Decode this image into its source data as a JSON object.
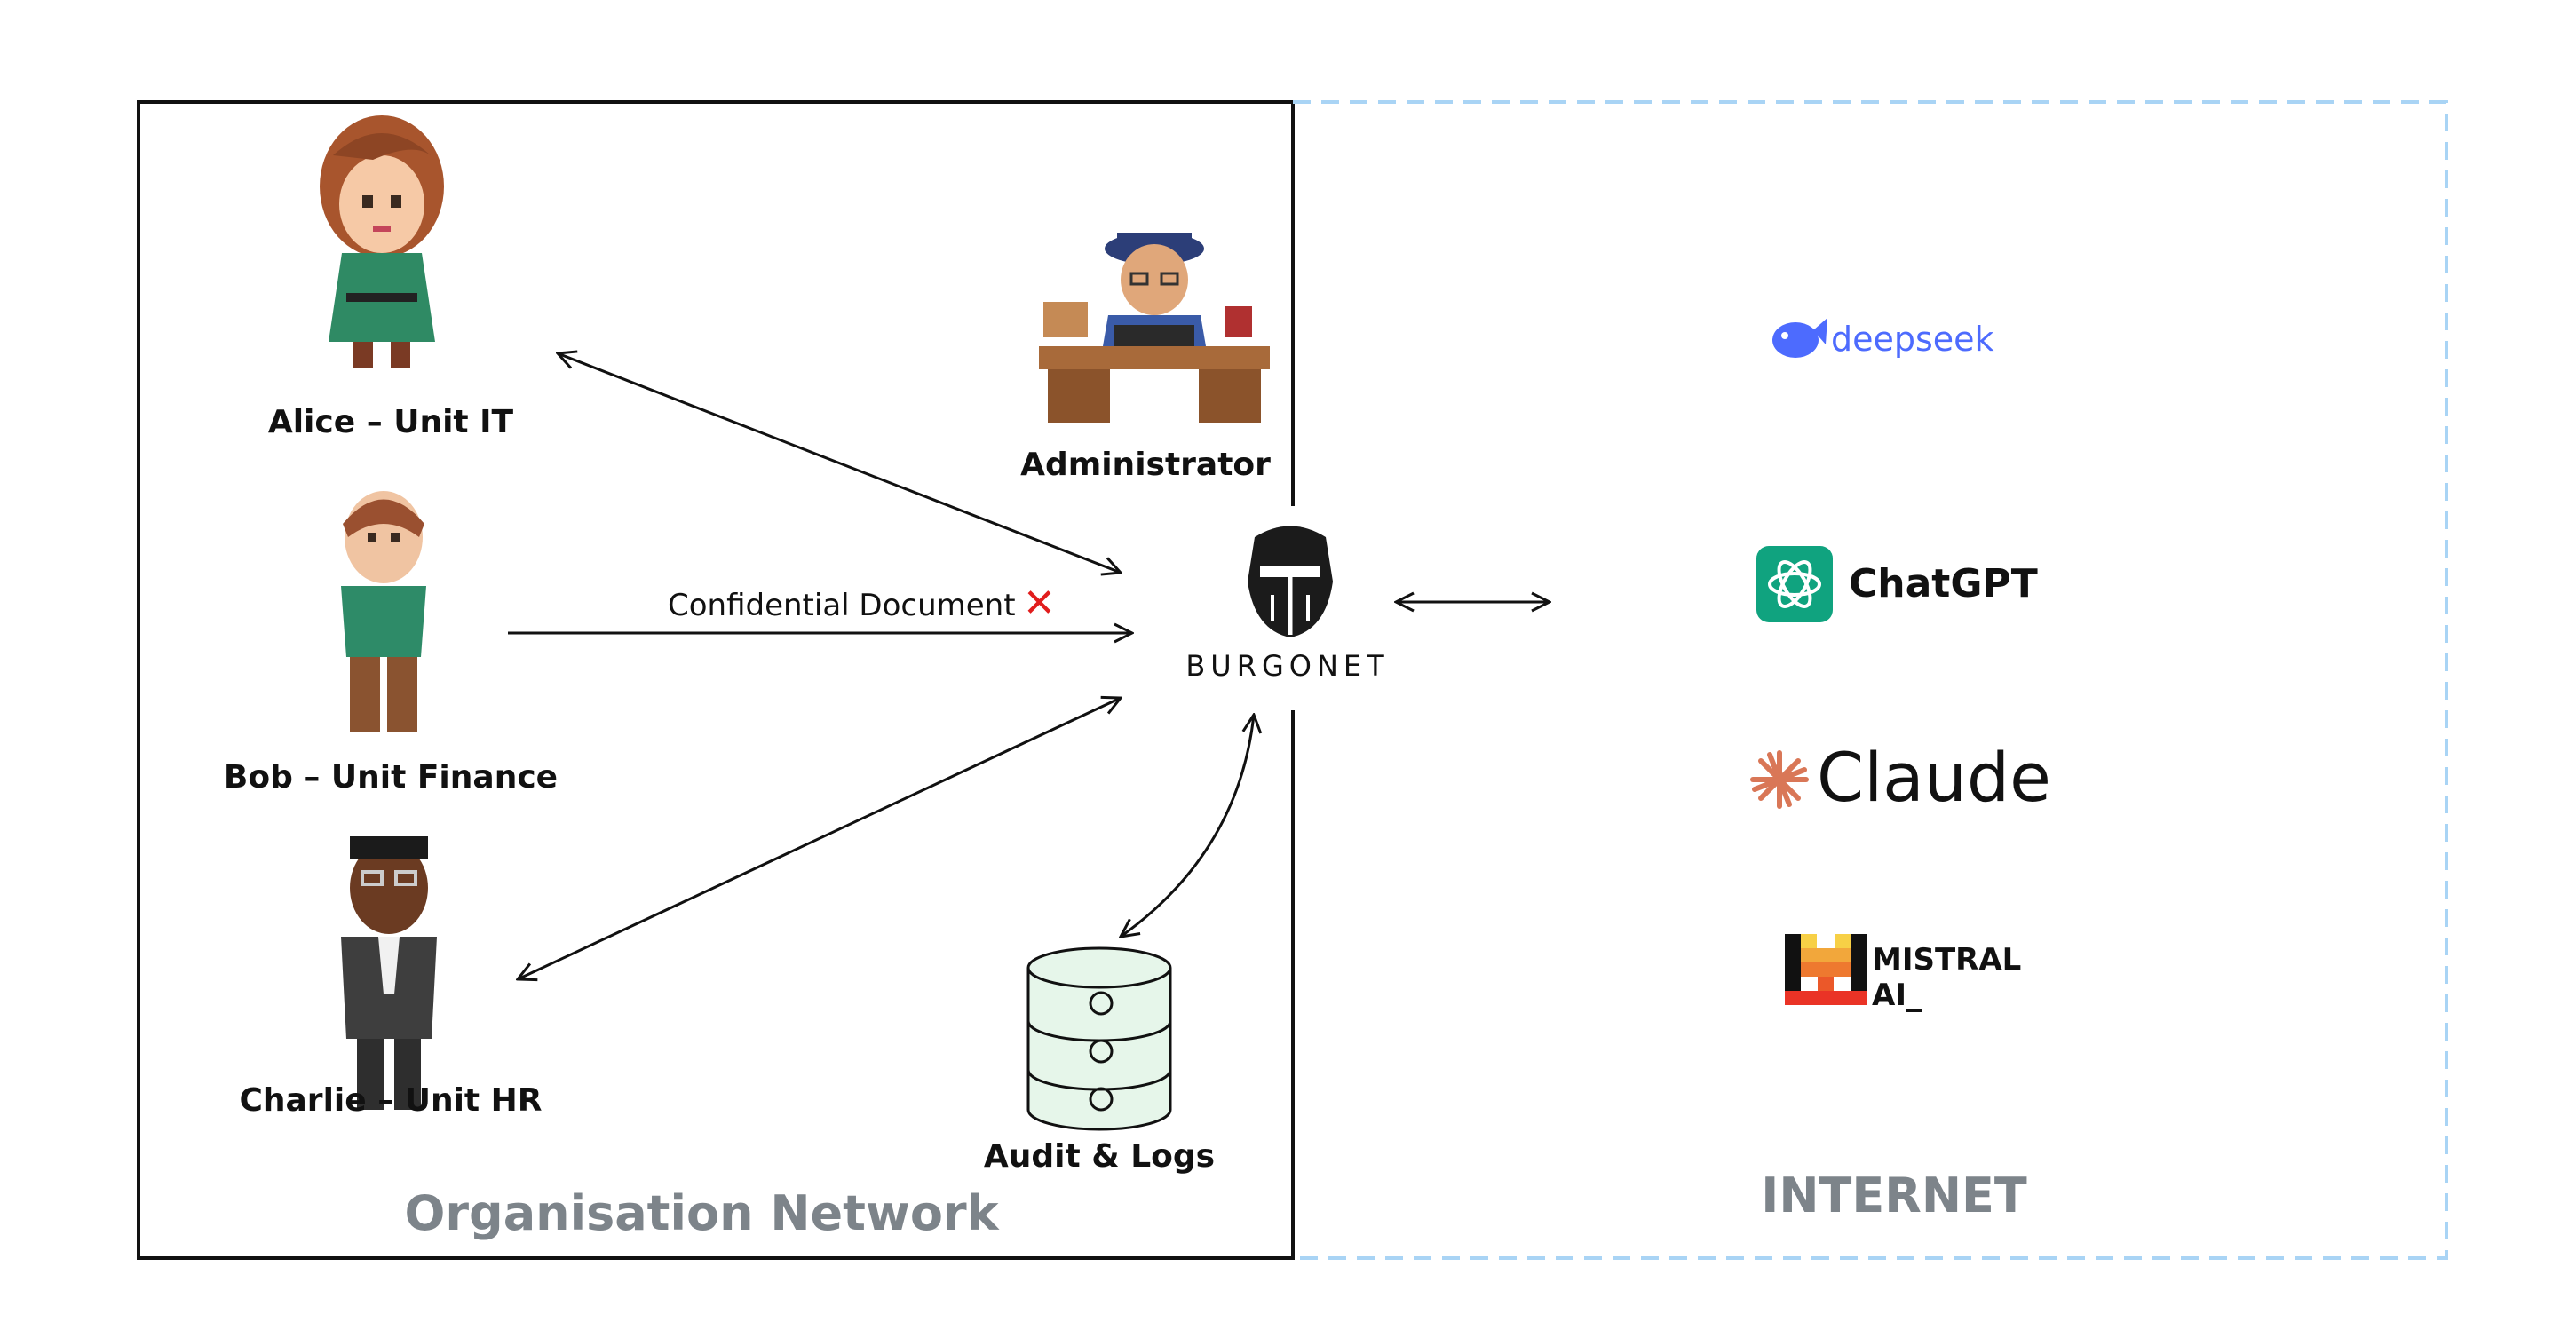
{
  "diagram": {
    "zones": {
      "organisation": "Organisation Network",
      "internet": "INTERNET"
    },
    "users": [
      {
        "name": "Alice – Unit IT"
      },
      {
        "name": "Bob – Unit Finance"
      },
      {
        "name": "Charlie – Unit HR"
      }
    ],
    "administrator": "Administrator",
    "audit": "Audit & Logs",
    "gateway": "BURGONET",
    "flow_label": "Confidential Document",
    "blocked_mark": "✕",
    "providers": {
      "deepseek": "deepseek",
      "chatgpt": "ChatGPT",
      "claude": "Claude",
      "mistral_line1": "MISTRAL",
      "mistral_line2": "AI_"
    },
    "colors": {
      "internet_border": "#a9d4f5",
      "zone_text": "#7d848a",
      "blocked": "#e11d1d",
      "deepseek": "#4d6bfe",
      "chatgpt": "#10a37f",
      "claude_star": "#d97757",
      "db_fill": "#e6f6ea"
    }
  }
}
